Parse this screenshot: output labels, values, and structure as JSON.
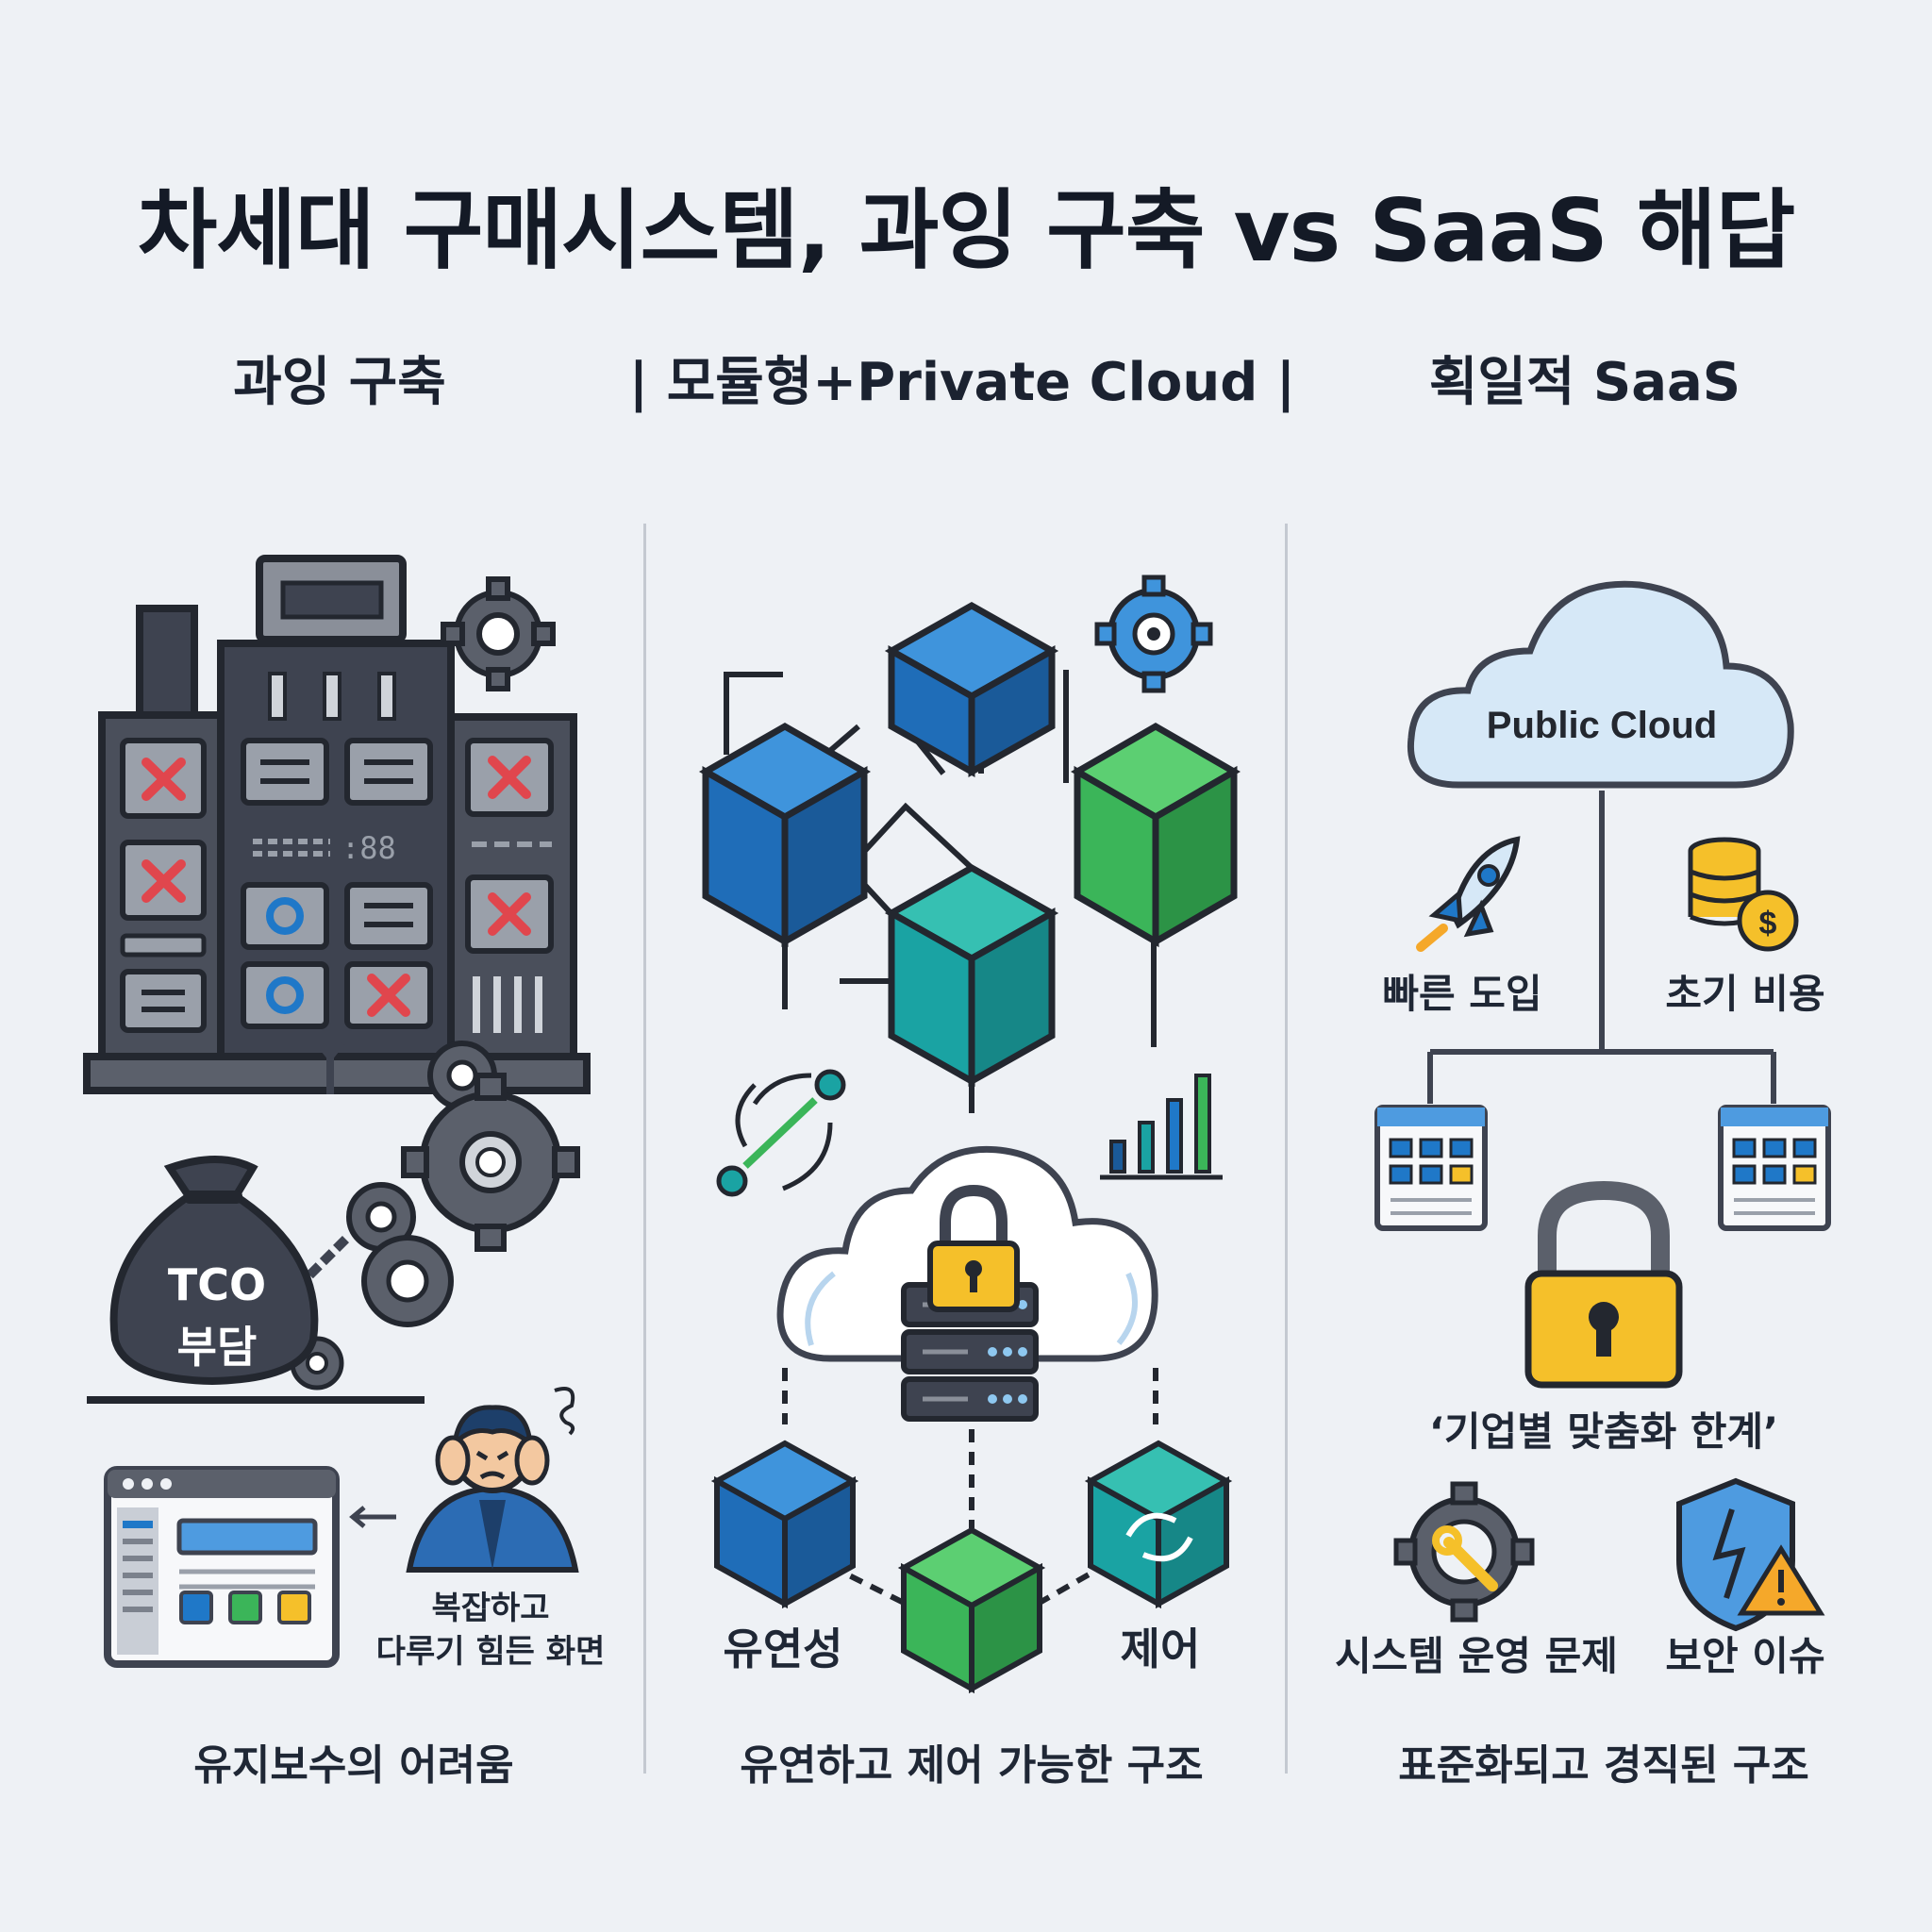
{
  "title": "차세대 구매시스템, 과잉 구축 vs SaaS 해답",
  "columns": {
    "left": {
      "heading": "과잉 구축",
      "tco_label_1": "TCO",
      "tco_label_2": "부담",
      "complex_screen_label_1": "복잡하고",
      "complex_screen_label_2": "다루기 힘든 화면",
      "caption": "유지보수의 어려움"
    },
    "middle": {
      "heading": "| 모듈형+Private Cloud |",
      "flex_label": "유연성",
      "control_label": "제어",
      "caption": "유연하고 제어 가능한 구조"
    },
    "right": {
      "heading": "획일적 SaaS",
      "cloud_label": "Public Cloud",
      "fast_adoption_label": "빠른 도입",
      "initial_cost_label": "초기 비용",
      "customization_limit_label": "‘기업별 맞춤화 한계’",
      "ops_issue_label": "시스템 운영 문제",
      "security_issue_label": "보안 이슈",
      "caption": "표준화되고 경직된 구조"
    }
  },
  "colors": {
    "background": "#eef1f5",
    "dark_gray": "#3e4350",
    "blue": "#1f78c8",
    "green": "#3bb559",
    "teal": "#1aa3a3",
    "red": "#e0464d",
    "yellow": "#f5c02a",
    "cloud": "#d6e8f7"
  }
}
